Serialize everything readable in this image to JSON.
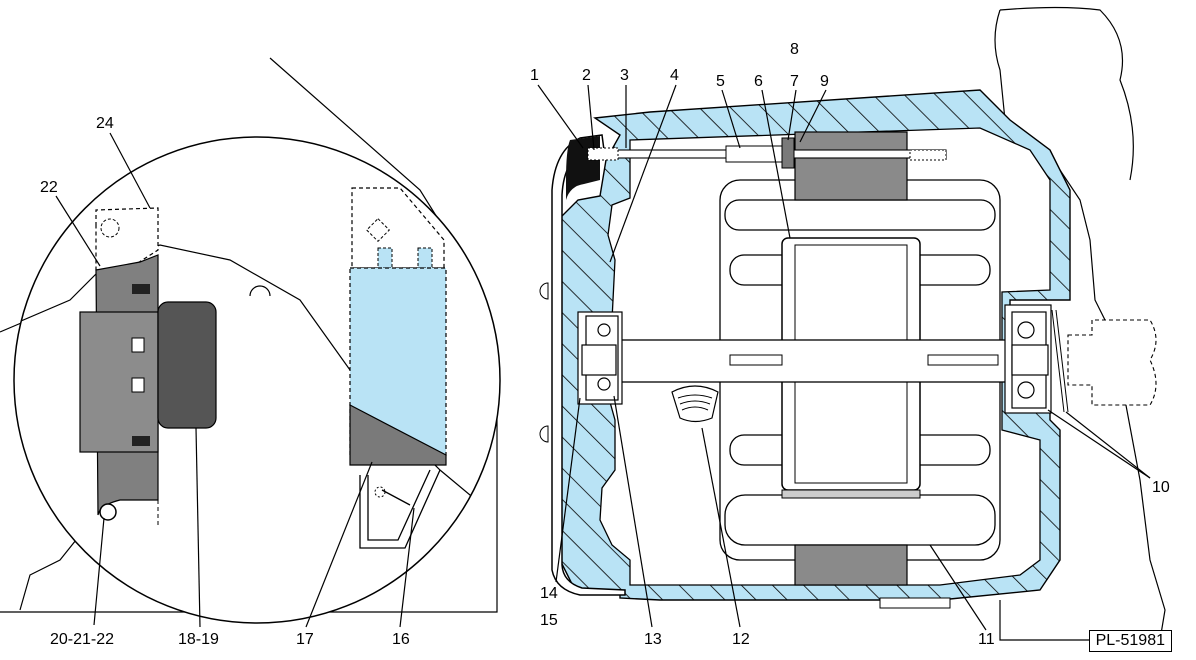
{
  "diagram": {
    "reference_code": "PL-51981",
    "callouts": [
      {
        "id": "c1",
        "text": "1"
      },
      {
        "id": "c2",
        "text": "2"
      },
      {
        "id": "c3",
        "text": "3"
      },
      {
        "id": "c4",
        "text": "4"
      },
      {
        "id": "c5",
        "text": "5"
      },
      {
        "id": "c6",
        "text": "6"
      },
      {
        "id": "c7",
        "text": "7"
      },
      {
        "id": "c8",
        "text": "8"
      },
      {
        "id": "c9",
        "text": "9"
      },
      {
        "id": "c10",
        "text": "10"
      },
      {
        "id": "c11",
        "text": "11"
      },
      {
        "id": "c12",
        "text": "12"
      },
      {
        "id": "c13",
        "text": "13"
      },
      {
        "id": "c14",
        "text": "14"
      },
      {
        "id": "c15",
        "text": "15"
      },
      {
        "id": "c16",
        "text": "16"
      },
      {
        "id": "c17",
        "text": "17"
      },
      {
        "id": "c18",
        "text": "18-19"
      },
      {
        "id": "c20",
        "text": "20-21-22"
      },
      {
        "id": "c22",
        "text": "22"
      },
      {
        "id": "c24",
        "text": "24"
      }
    ],
    "colors": {
      "housing_fill": "#b9e3f5",
      "dark_gray": "#7a7a7a",
      "mid_gray": "#8c8c8c",
      "black": "#111111",
      "line": "#000000"
    }
  }
}
